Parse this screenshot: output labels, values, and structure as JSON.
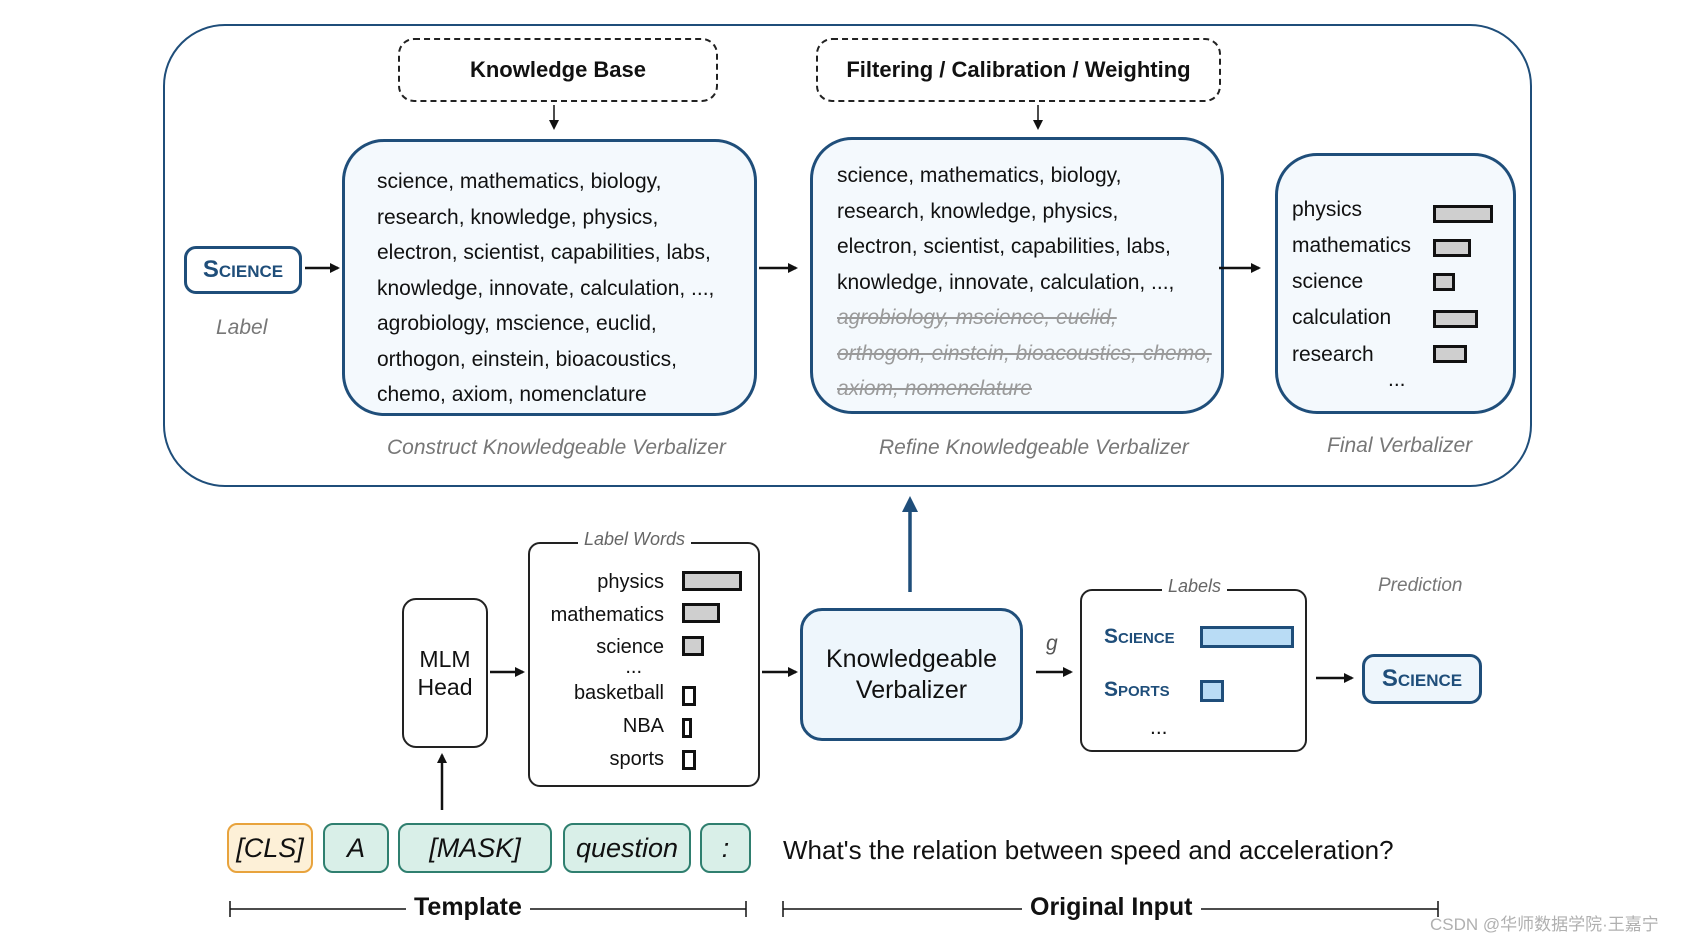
{
  "top": {
    "knowledge_base": "Knowledge Base",
    "filtering": "Filtering / Calibration / Weighting",
    "label_pill": "Science",
    "label_caption": "Label",
    "construct_words": [
      "science, mathematics, biology,",
      "research, knowledge, physics,",
      "electron, scientist, capabilities, labs,",
      "knowledge, innovate, calculation, ...,",
      "agrobiology, mscience,  euclid,",
      "orthogon, einstein, bioacoustics,",
      "chemo, axiom, nomenclature"
    ],
    "construct_caption": "Construct Knowledgeable Verbalizer",
    "refine_words_kept": [
      "science, mathematics, biology,",
      "research, knowledge, physics,",
      "electron, scientist, capabilities, labs,",
      "knowledge, innovate, calculation, ...,"
    ],
    "refine_words_removed": [
      "agrobiology, mscience,  euclid,",
      "orthogon, einstein, bioacoustics, chemo,",
      "axiom, nomenclature"
    ],
    "refine_caption": "Refine Knowledgeable Verbalizer",
    "final_words": [
      "physics",
      "mathematics",
      "science",
      "calculation",
      "research"
    ],
    "final_ellipsis": "...",
    "final_caption": "Final Verbalizer"
  },
  "bottom": {
    "mlm_head": [
      "MLM",
      "Head"
    ],
    "label_words_title": "Label Words",
    "label_words_top": [
      "physics",
      "mathematics",
      "science"
    ],
    "label_words_ellipsis": "...",
    "label_words_bottom": [
      "basketball",
      "NBA",
      "sports"
    ],
    "kv": [
      "Knowledgeable",
      "Verbalizer"
    ],
    "g": "g",
    "labels_title": "Labels",
    "label_science": "Science",
    "label_sports": "Sports",
    "labels_ellipsis": "...",
    "prediction_title": "Prediction",
    "prediction_pill": "Science",
    "tokens": [
      "[CLS]",
      "A",
      "[MASK]",
      "question",
      ":"
    ],
    "question": "What's the relation between speed and acceleration?",
    "template_label": "Template",
    "original_input_label": "Original Input"
  },
  "watermark": "CSDN @华师数据学院·王嘉宁"
}
